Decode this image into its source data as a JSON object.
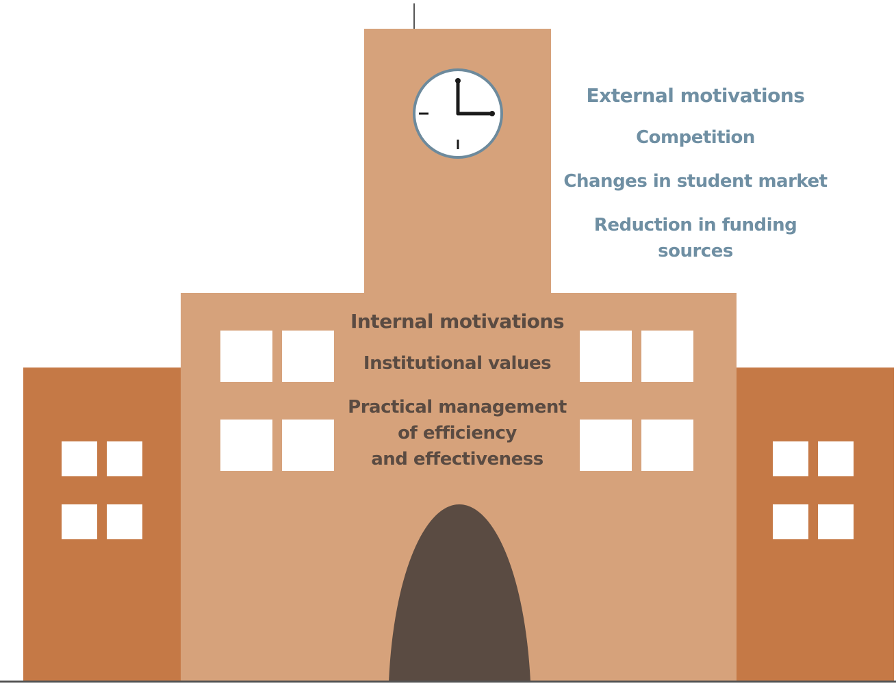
{
  "colors": {
    "tower": "#d6a27b",
    "main_building": "#d6a27b",
    "wings": "#c57946",
    "windows": "#ffffff",
    "door": "#5a4b42",
    "clock_face": "#ffffff",
    "clock_rim": "#6d8a9c",
    "clock_hands": "#1a1a1a",
    "ground_line": "#555555",
    "external_text": "#6f8fa3",
    "internal_text": "#5a4b42"
  },
  "icons": {
    "clock": "clock-icon",
    "door": "arched-door-icon"
  },
  "clock": {
    "time": "3:00"
  },
  "external": {
    "heading": "External motivations",
    "items": [
      {
        "lines": [
          "Competition"
        ]
      },
      {
        "lines": [
          "Changes in student market"
        ]
      },
      {
        "lines": [
          "Reduction in funding",
          "sources"
        ]
      }
    ]
  },
  "internal": {
    "heading": "Internal motivations",
    "items": [
      {
        "lines": [
          "Institutional values"
        ]
      },
      {
        "lines": [
          "Practical management",
          "of efficiency",
          "and effectiveness"
        ]
      }
    ]
  }
}
